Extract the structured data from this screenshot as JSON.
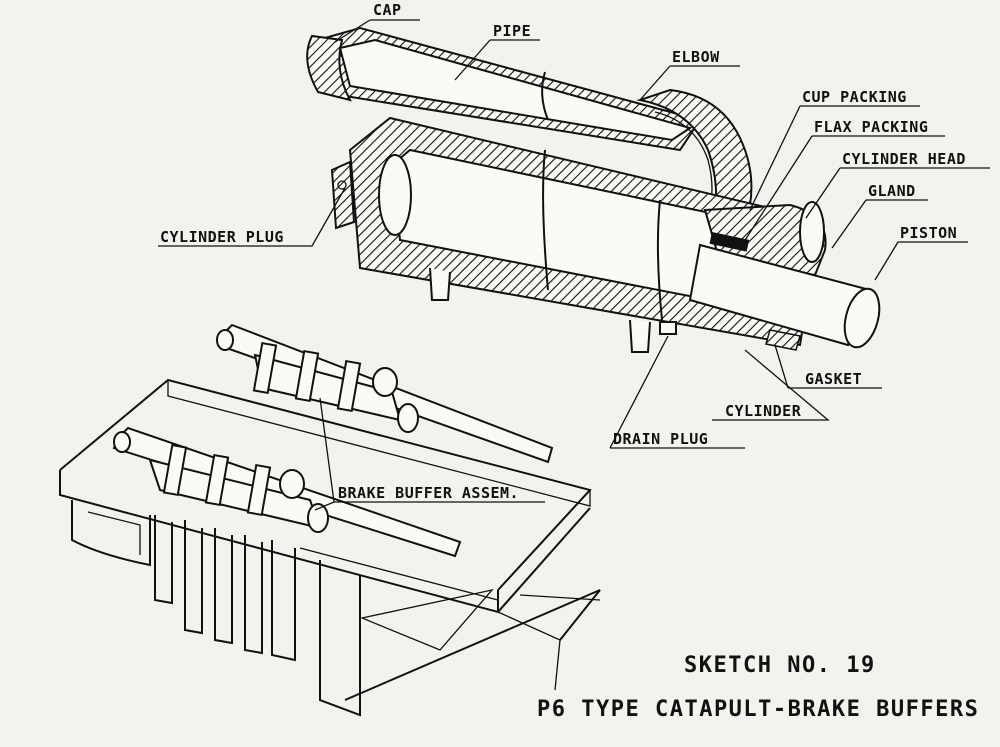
{
  "labels": {
    "cap": "CAP",
    "pipe": "PIPE",
    "elbow": "ELBOW",
    "cup_packing": "CUP PACKING",
    "flax_packing": "FLAX PACKING",
    "cylinder_head": "CYLINDER HEAD",
    "gland": "GLAND",
    "piston": "PISTON",
    "cylinder_plug": "CYLINDER PLUG",
    "gasket": "GASKET",
    "cylinder": "CYLINDER",
    "drain_plug": "DRAIN PLUG",
    "brake_buffer_assem": "BRAKE BUFFER ASSEM."
  },
  "caption": {
    "sketch_no": "SKETCH NO. 19",
    "title": "P6 TYPE CATAPULT-BRAKE BUFFERS"
  }
}
